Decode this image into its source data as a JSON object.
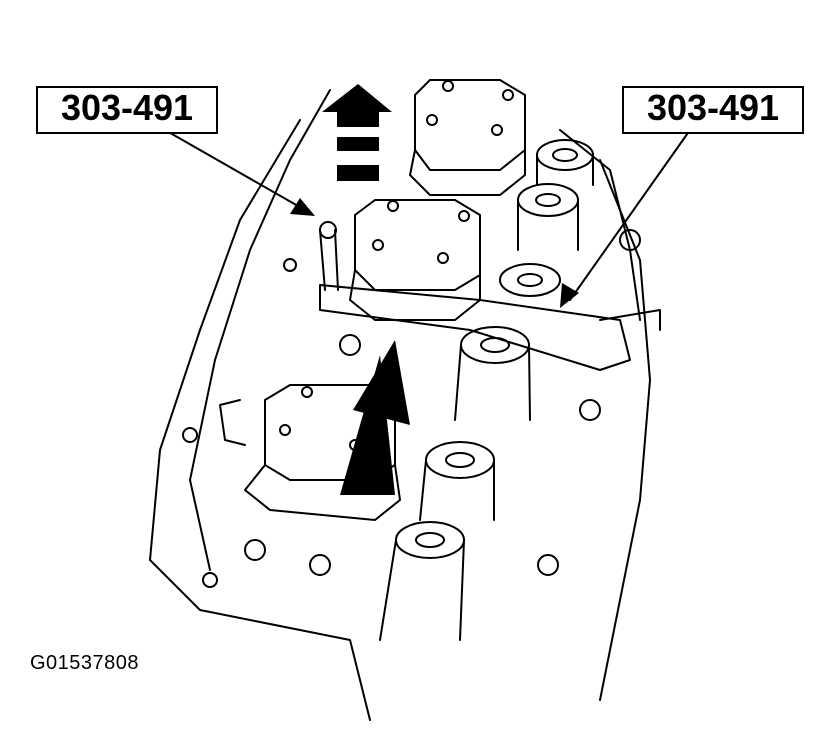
{
  "callouts": {
    "left": "303-491",
    "right": "303-491"
  },
  "figure_id": "G01537808",
  "colors": {
    "line": "#000000",
    "background": "#ffffff"
  }
}
